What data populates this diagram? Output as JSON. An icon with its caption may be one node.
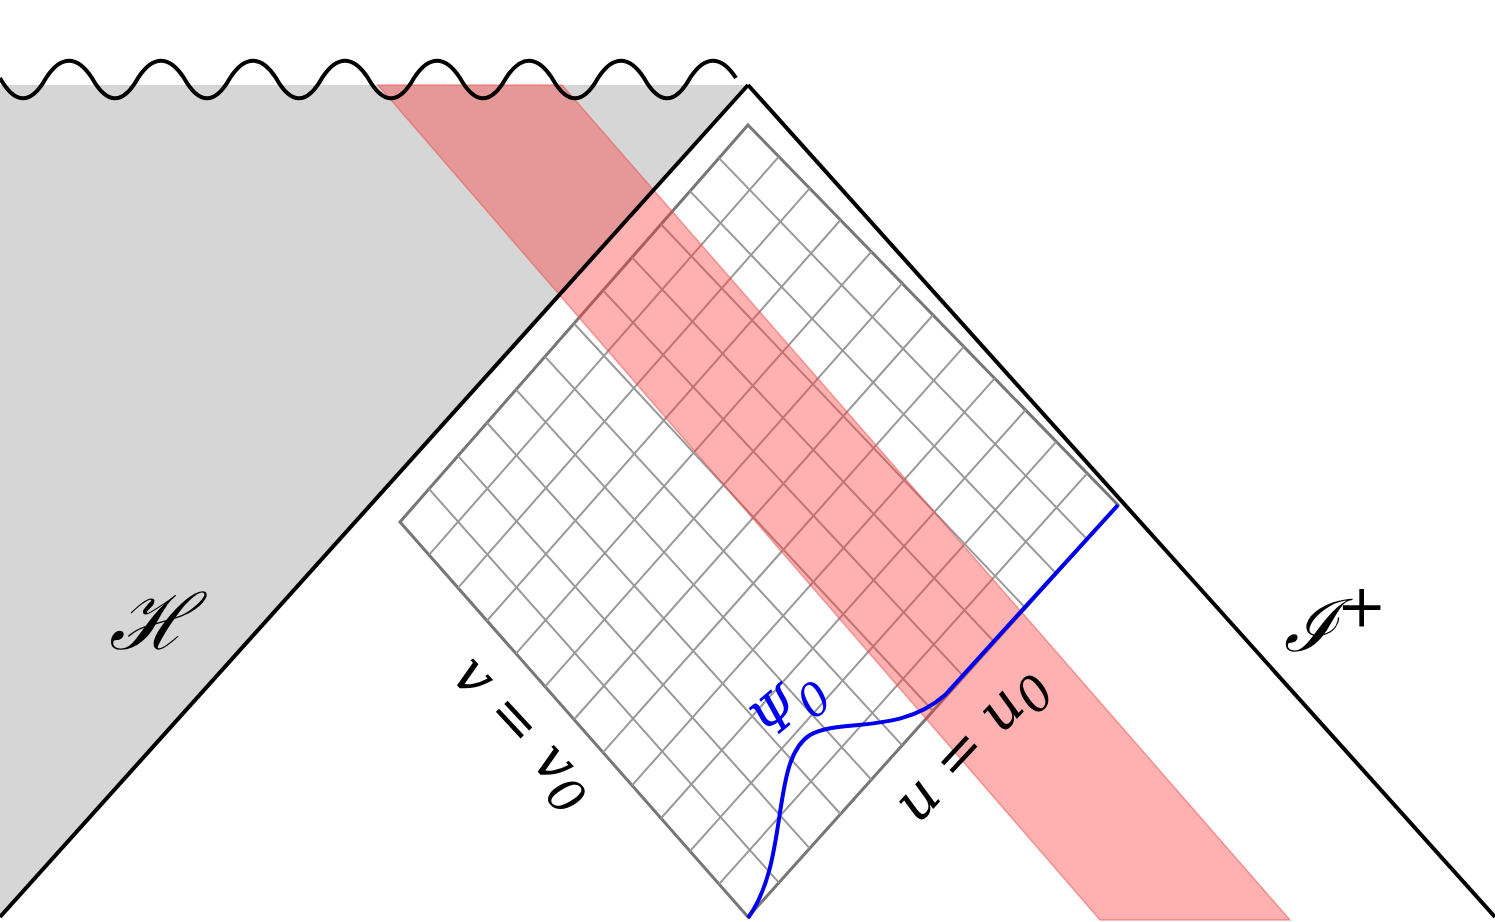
{
  "diagram": {
    "labels": [
      "ℋ",
      "ℐ$^{+}$",
      "v = v$_{0}$",
      "Ψ$_{0}$",
      "u = u$_{0}$"
    ]
  }
}
